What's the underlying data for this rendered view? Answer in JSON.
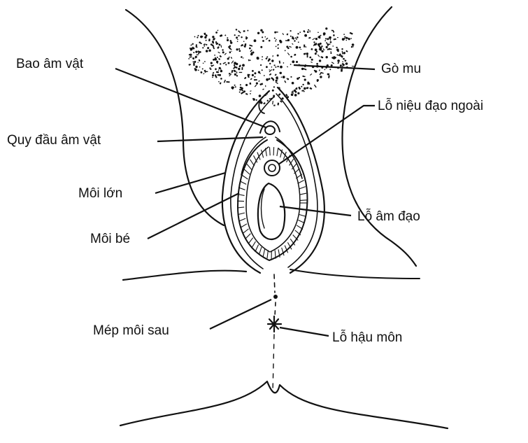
{
  "labels": {
    "bao_am_vat": "Bao âm vật",
    "go_mu": "Gò mu",
    "lo_nieu_dao_ngoai": "Lỗ niệu đạo ngoài",
    "quy_dau_am_vat": "Quy đầu âm vật",
    "moi_lon": "Môi lớn",
    "lo_am_dao": "Lỗ  âm đạo",
    "moi_be": "Môi bé",
    "mep_moi_sau": "Mép môi sau",
    "lo_hau_mon": "Lỗ hậu môn"
  },
  "colors": {
    "ink": "#111111",
    "background": "#ffffff"
  }
}
